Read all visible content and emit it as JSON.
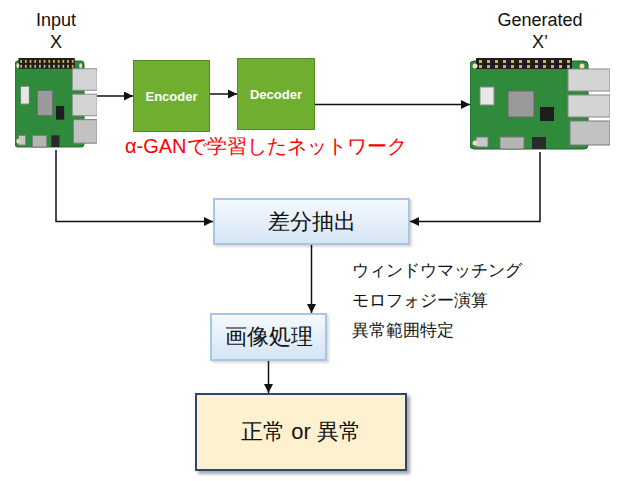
{
  "diagram": {
    "nodes": [
      {
        "text": [
          "Input",
          "X"
        ]
      },
      {
        "text": [
          "Encoder"
        ]
      },
      {
        "text": [
          "Decoder"
        ]
      },
      {
        "text": [
          "Generated",
          "X’"
        ]
      },
      {
        "text": [
          "差分抽出"
        ]
      },
      {
        "text": [
          "画像処理"
        ]
      },
      {
        "text": [
          "正常 or 異常"
        ]
      }
    ],
    "edges": [
      {
        "from": 0,
        "to": 1,
        "arrow": "to"
      },
      {
        "from": 1,
        "to": 2,
        "arrow": "to"
      },
      {
        "from": 2,
        "to": 3,
        "arrow": "to"
      },
      {
        "from": 0,
        "to": 4,
        "arrow": "to"
      },
      {
        "from": 3,
        "to": 4,
        "arrow": "to"
      },
      {
        "from": 4,
        "to": 5,
        "arrow": "to"
      },
      {
        "from": 5,
        "to": 6,
        "arrow": "to"
      }
    ],
    "labels": [
      "α-GANで学習したネットワーク",
      "ウィンドウマッチング",
      "モロフォジー演算",
      "異常範囲特定"
    ]
  }
}
